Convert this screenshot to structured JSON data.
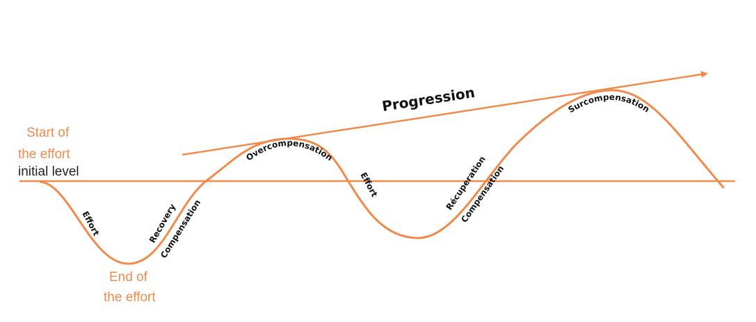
{
  "colors": {
    "accent": "#ef8a4a",
    "text": "#111111"
  },
  "labels": {
    "start_line1": "Start of",
    "start_line2": "the effort",
    "initial_level": "initial level",
    "end_line1": "End of",
    "end_line2": "the effort",
    "progression": "Progression"
  },
  "curve_labels": {
    "effort_1": "Effort",
    "recovery": "Recovery",
    "compensation_1": "Compensation",
    "overcompensation": "Overcompensation",
    "effort_2": "Effort",
    "recuperation": "Récuperation",
    "compensation_2": "Compensation",
    "surcompensation": "Surcompensation"
  }
}
